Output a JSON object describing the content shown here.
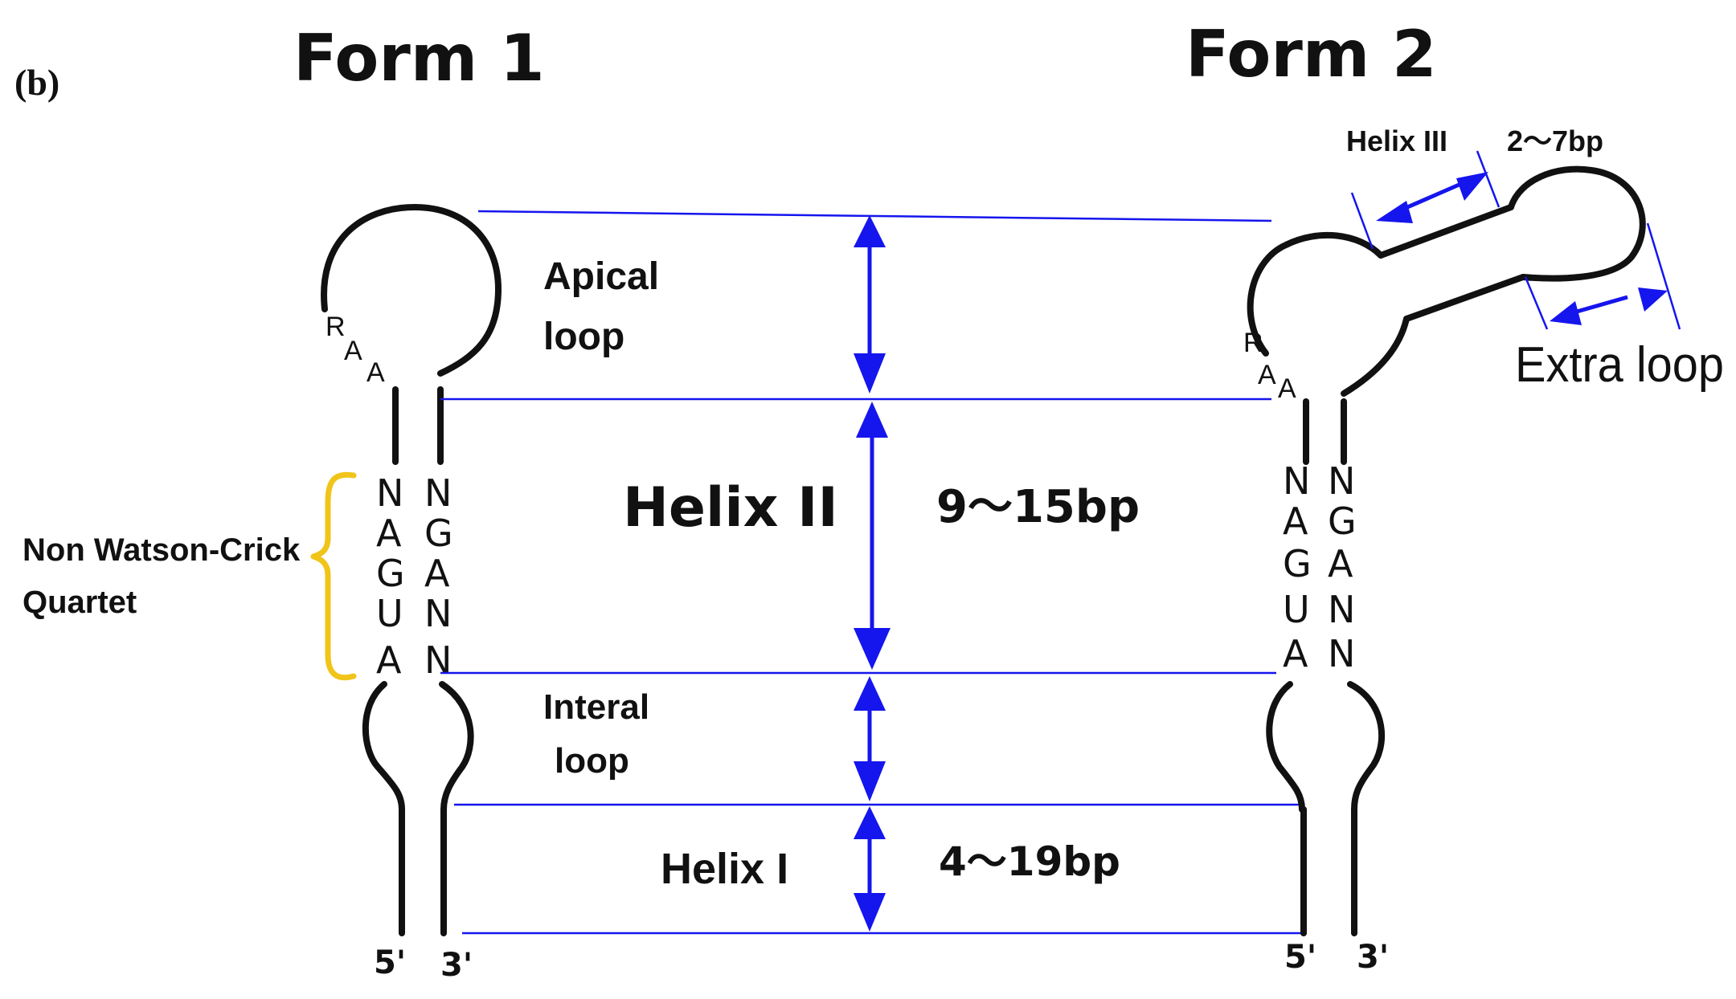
{
  "panel_label": "(b)",
  "form1": {
    "title": "Form 1",
    "loop_nucleotides": [
      "R",
      "A",
      "A"
    ],
    "left_strand": [
      "N",
      "A",
      "G",
      "U",
      "A"
    ],
    "right_strand": [
      "N",
      "G",
      "A",
      "N",
      "N"
    ],
    "end_5": "5'",
    "end_3": "3'"
  },
  "form2": {
    "title": "Form 2",
    "loop_nucleotides": [
      "R",
      "A",
      "A"
    ],
    "left_strand": [
      "N",
      "A",
      "G",
      "U",
      "A"
    ],
    "right_strand": [
      "N",
      "G",
      "A",
      "N",
      "N"
    ],
    "end_5": "5'",
    "end_3": "3'",
    "helix3_label": "Helix III",
    "helix3_size": "2～7bp",
    "extra_loop_label": "Extra loop"
  },
  "labels": {
    "apical_loop_1": "Apical",
    "apical_loop_2": "loop",
    "helix2": "Helix II",
    "helix2_size": "9～15bp",
    "interal_loop_1": "Interal",
    "interal_loop_2": "loop",
    "helix1": "Helix I",
    "helix1_size": "4～19bp",
    "quartet_1": "Non Watson-Crick",
    "quartet_2": "Quartet"
  },
  "colors": {
    "guide_lines": "#1515ee",
    "bracket": "#f0c419",
    "strand": "#111111"
  }
}
